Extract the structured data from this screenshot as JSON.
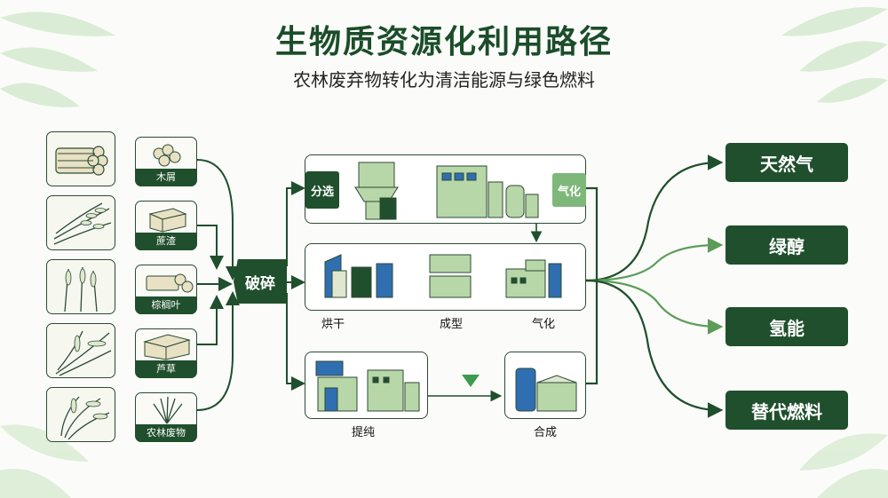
{
  "title": "生物质资源化利用路径",
  "subtitle": "农林废弃物转化为清洁能源与绿色燃料",
  "feedstocks": [
    {
      "label": "木屑",
      "icon": "log-bundle-icon"
    },
    {
      "label": "蔗渣",
      "icon": "bale-icon"
    },
    {
      "label": "棕榈叶",
      "icon": "rolled-bale-icon"
    },
    {
      "label": "芦草",
      "icon": "hay-block-icon"
    },
    {
      "label": "农林废物",
      "icon": "grass-icon"
    }
  ],
  "crush_label": "破碎",
  "path_top": {
    "sort_label": "分选",
    "gasify_label": "气化"
  },
  "path_middle": {
    "steps": [
      "烘干",
      "成型",
      "气化"
    ]
  },
  "path_bottom": {
    "steps": [
      "提纯",
      "合成"
    ]
  },
  "outputs": [
    "天然气",
    "绿醇",
    "氢能",
    "替代燃料"
  ],
  "colors": {
    "dark_green": "#1f4f2c",
    "light_green": "#7eb77a",
    "pale_green": "#b7d7a8",
    "accent_blue": "#2f6fb1"
  }
}
